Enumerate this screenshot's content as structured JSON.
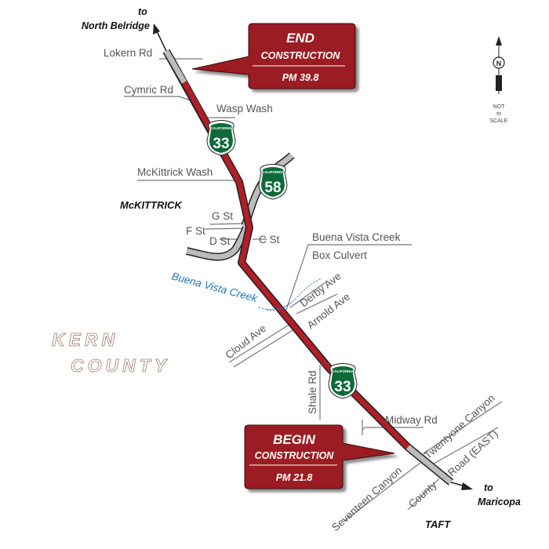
{
  "destinations": {
    "north_to": "to",
    "north_place": "North Belridge",
    "south_to": "to",
    "south_place": "Maricopa"
  },
  "towns": {
    "mckittrick": "McKITTRICK",
    "taft": "TAFT"
  },
  "county_label": [
    "KERN",
    "COUNTY"
  ],
  "road_labels": {
    "lokern": "Lokern Rd",
    "cymric": "Cymric Rd",
    "wasp_wash": "Wasp Wash",
    "mckittrick_wash": "McKittrick Wash",
    "g_st": "G St",
    "f_st": "F St",
    "d_st": "D St",
    "c_st": "C St",
    "bv_creek_culvert_1": "Buena Vista Creek",
    "bv_creek_culvert_2": "Box Culvert",
    "derby": "Derby Ave",
    "arnold": "Arnold Ave",
    "cloud": "Cloud Ave",
    "shale": "Shale Rd",
    "midway": "Midway Rd",
    "twentyone_1": "Twentyone Canyon",
    "twentyone_2": "Road (EAST)",
    "seventeen": "Seventeen Canyon",
    "county_rd": "County"
  },
  "creek_label": "Buena Vista Creek",
  "end_box": {
    "title": "END",
    "subtitle": "CONSTRUCTION",
    "postmile": "PM 39.8"
  },
  "begin_box": {
    "title": "BEGIN",
    "subtitle": "CONSTRUCTION",
    "postmile": "PM 21.8"
  },
  "shields": [
    {
      "route": "33",
      "state": "CALIFORNIA"
    },
    {
      "route": "58",
      "state": "CALIFORNIA"
    },
    {
      "route": "33",
      "state": "CALIFORNIA"
    }
  ],
  "north_arrow": {
    "letter": "N",
    "scale_note": [
      "NOT",
      "to",
      "SCALE"
    ]
  },
  "colors": {
    "construction": "#b01e28",
    "callout_fill": "#9b1c24",
    "highway_gray": "#bcbcbc",
    "shield_green": "#0d6b3a",
    "creek_blue": "#2277bb"
  }
}
